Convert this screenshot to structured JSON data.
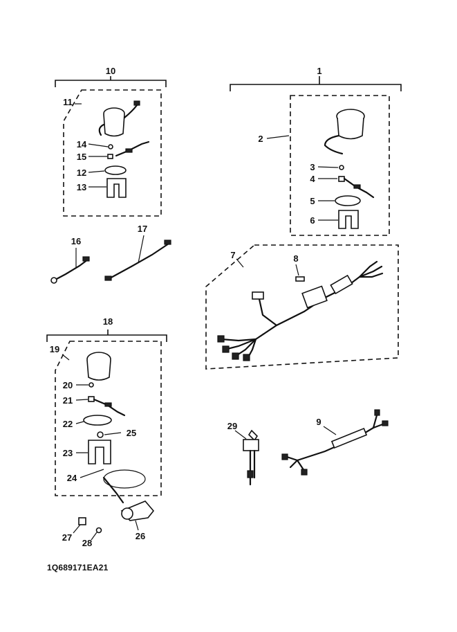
{
  "labels": {
    "n1": "1",
    "n2": "2",
    "n3": "3",
    "n4": "4",
    "n5": "5",
    "n6": "6",
    "n7": "7",
    "n8": "8",
    "n9": "9",
    "n10": "10",
    "n11": "11",
    "n12": "12",
    "n13": "13",
    "n14": "14",
    "n15": "15",
    "n16": "16",
    "n17": "17",
    "n18": "18",
    "n19": "19",
    "n20": "20",
    "n21": "21",
    "n22": "22",
    "n23": "23",
    "n24": "24",
    "n25": "25",
    "n26": "26",
    "n27": "27",
    "n28": "28",
    "n29": "29"
  },
  "diagram_code": "1Q689171EA21"
}
